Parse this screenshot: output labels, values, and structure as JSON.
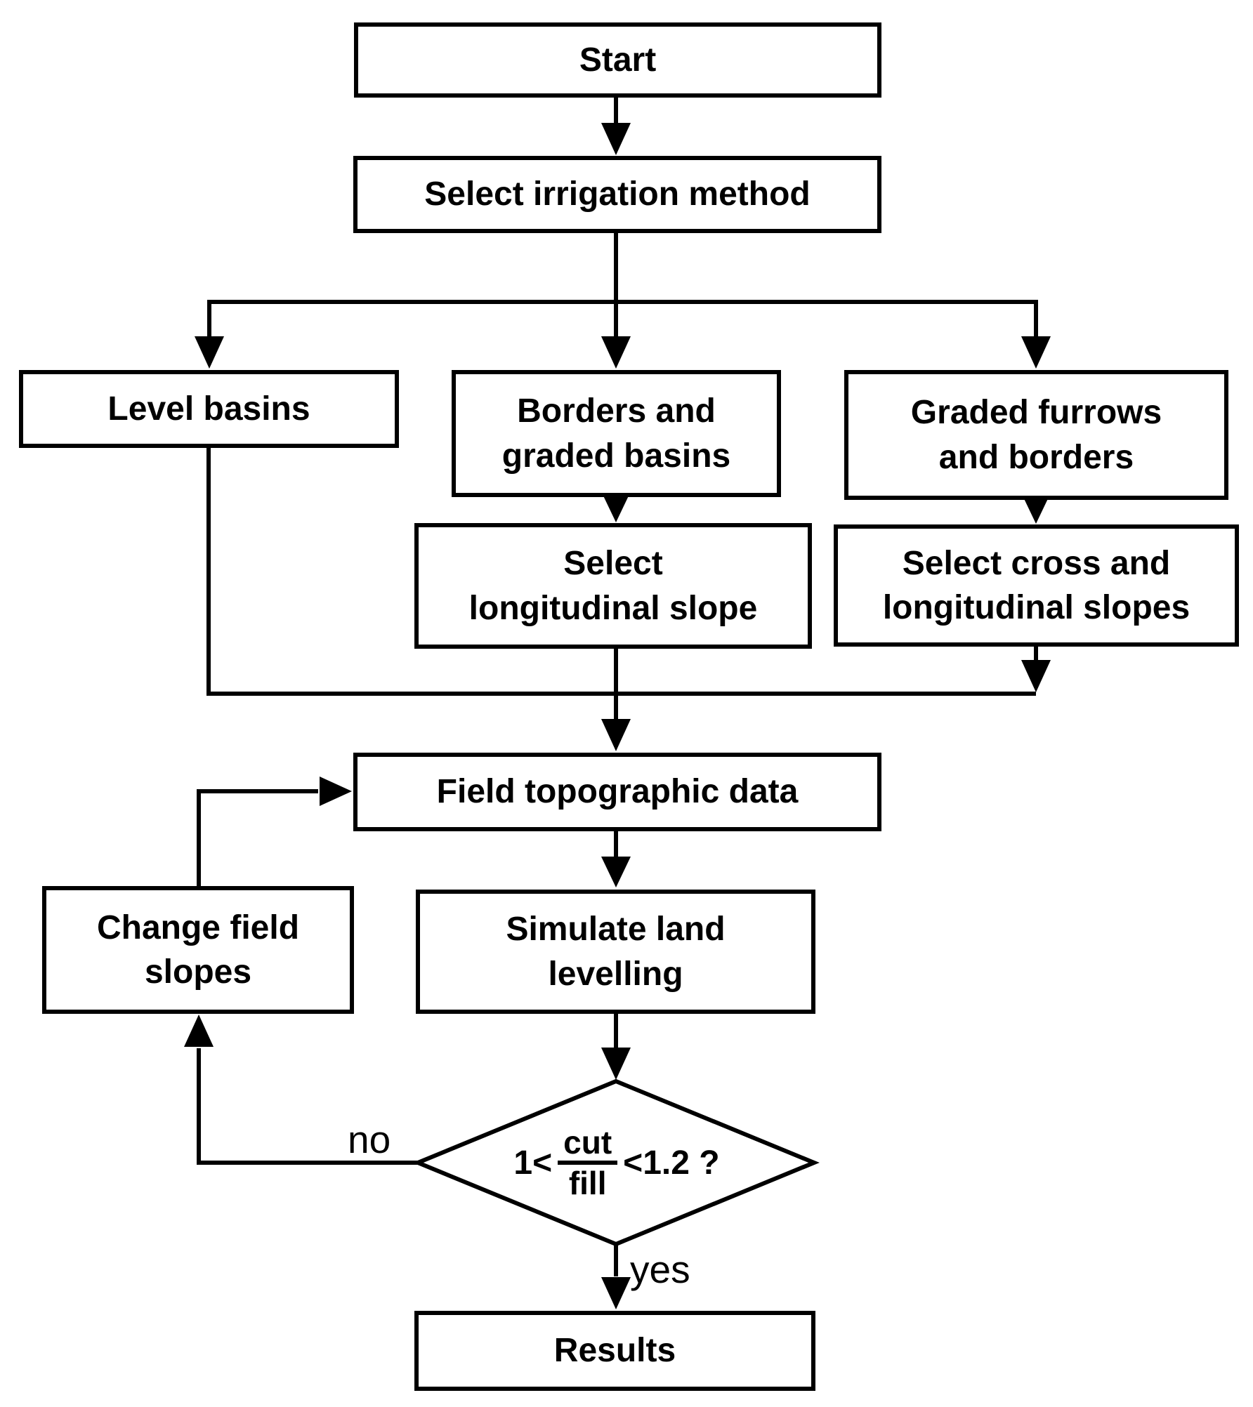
{
  "flowchart": {
    "nodes": {
      "start": {
        "label": "Start"
      },
      "select_method": {
        "label": "Select irrigation method"
      },
      "level_basins": {
        "label": "Level basins"
      },
      "borders_graded_basins": {
        "line1": "Borders and",
        "line2": "graded basins"
      },
      "graded_furrows_borders": {
        "line1": "Graded furrows",
        "line2": "and borders"
      },
      "select_longitudinal": {
        "line1": "Select",
        "line2": "longitudinal slope"
      },
      "select_cross": {
        "line1": "Select cross and",
        "line2": "longitudinal slopes"
      },
      "field_topographic": {
        "label": "Field topographic data"
      },
      "change_field_slopes": {
        "line1": "Change field",
        "line2": "slopes"
      },
      "simulate_levelling": {
        "line1": "Simulate land",
        "line2": "levelling"
      },
      "results": {
        "label": "Results"
      }
    },
    "decision": {
      "left": "1<",
      "frac_top": "cut",
      "frac_bottom": "fill",
      "right": "<1.2 ?"
    },
    "edge_labels": {
      "no": "no",
      "yes": "yes"
    },
    "colors": {
      "line": "#000000",
      "fill": "#ffffff"
    }
  }
}
